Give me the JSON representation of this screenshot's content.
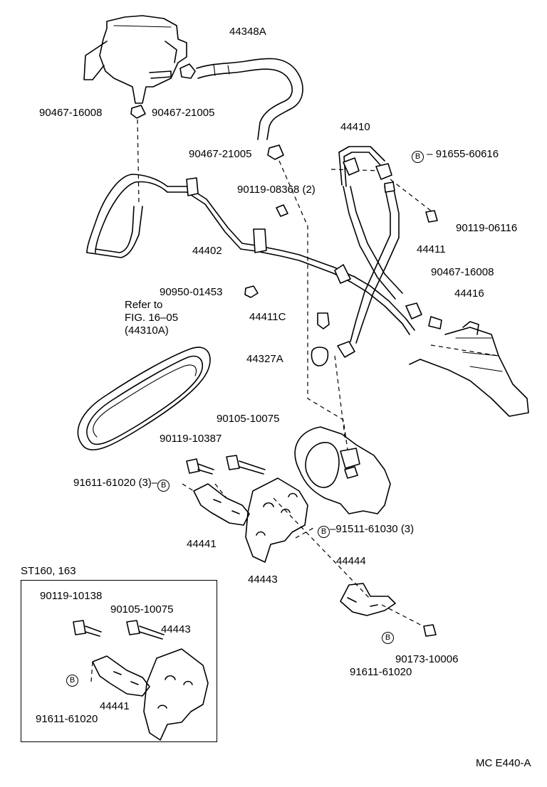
{
  "diagram": {
    "code": "MC E440-A",
    "refer_note": {
      "line1": "Refer to",
      "line2": "FIG. 16–05",
      "line3": "(44310A)"
    },
    "bubble_letter": "B",
    "labels": {
      "hose_44348a": "44348A",
      "clamp_90467_16008_top": "90467-16008",
      "clamp_90467_21005_top": "90467-21005",
      "clamp_90467_21005_mid": "90467-21005",
      "tube_44410": "44410",
      "bolt_91655_60616": "91655-60616",
      "bolt_90119_08368": "90119-08368 (2)",
      "bolt_90119_06116": "90119-06116",
      "tube_44402": "44402",
      "hose_44411": "44411",
      "clamp_90467_16008_right": "90467-16008",
      "union_44416": "44416",
      "clip_90950_01453": "90950-01453",
      "bolt_44411c": "44411C",
      "gasket_44327a": "44327A",
      "bolt_90105_10075": "90105-10075",
      "bolt_90119_10387": "90119-10387",
      "bolt_91611_61020_3": "91611-61020 (3)",
      "bracket_44441": "44441",
      "bolt_91511_61030_3": "91511-61030 (3)",
      "bracket_44443": "44443",
      "bracket_44444": "44444",
      "bolt_91611_61020": "91611-61020",
      "nut_90173_10006": "90173-10006"
    }
  },
  "inset": {
    "title": "ST160, 163",
    "labels": {
      "bolt_90119_10138": "90119-10138",
      "bolt_90105_10075": "90105-10075",
      "bracket_44443": "44443",
      "bracket_44441": "44441",
      "bolt_91611_61020": "91611-61020"
    }
  }
}
